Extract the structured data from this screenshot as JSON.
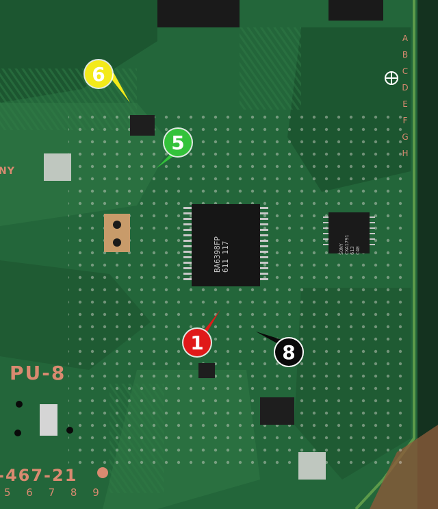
{
  "board": {
    "model_label": "PU-8",
    "part_number": "-467-21",
    "digit_row": "5 6 7 8 9",
    "brand_fragment": "NY",
    "column_letters": [
      "A",
      "B",
      "C",
      "D",
      "E",
      "F",
      "G",
      "H"
    ],
    "main_chip_text": [
      "BA6398FP",
      "611 117"
    ],
    "right_chip_text": [
      "SONY",
      "CXA1791",
      "613",
      "C40"
    ]
  },
  "markers": [
    {
      "number": "1",
      "color": "#e01919"
    },
    {
      "number": "5",
      "color": "#33c23a"
    },
    {
      "number": "6",
      "color": "#f3ea1a"
    },
    {
      "number": "8",
      "color": "#0a0a0a"
    }
  ],
  "colors": {
    "pcb_green": "#23663a",
    "trace_green": "#2f7a45",
    "silkscreen": "#d98a70",
    "solder": "#d9d9d0"
  }
}
